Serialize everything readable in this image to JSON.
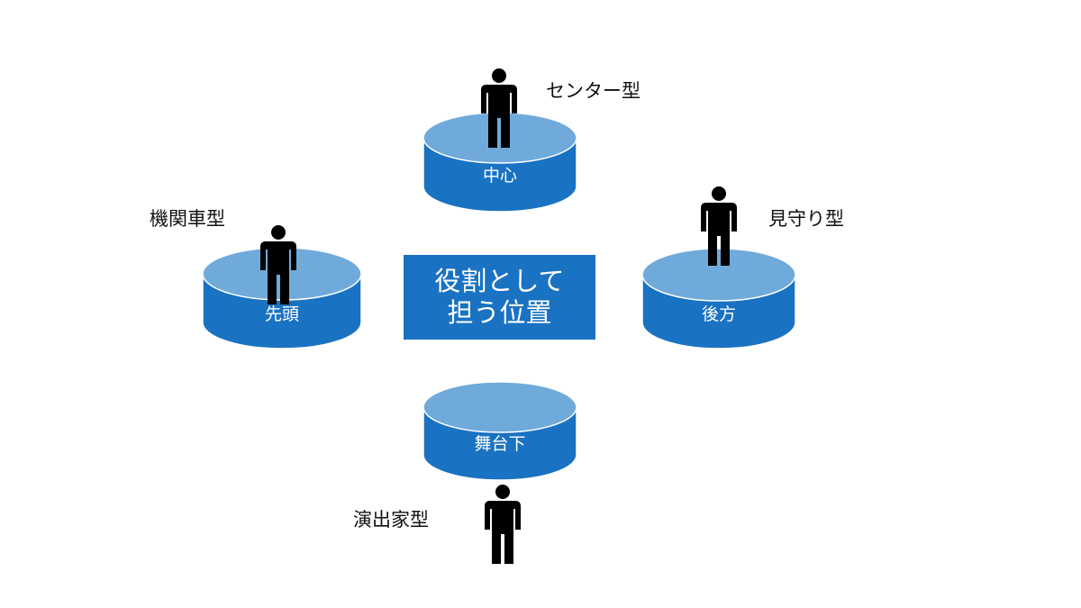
{
  "center": {
    "line1": "役割として",
    "line2": "担う位置"
  },
  "stages": {
    "center": {
      "platform_label": "中心",
      "role_label": "センター型"
    },
    "front": {
      "platform_label": "先頭",
      "role_label": "機関車型"
    },
    "rear": {
      "platform_label": "後方",
      "role_label": "見守り型"
    },
    "offstage": {
      "platform_label": "舞台下",
      "role_label": "演出家型"
    }
  },
  "colors": {
    "platform_top": "#6faadb",
    "platform_side": "#1a72c2",
    "platform_edge": "#ffffff",
    "box_fill": "#1a72c2",
    "person": "#000000",
    "text": "#111111"
  }
}
